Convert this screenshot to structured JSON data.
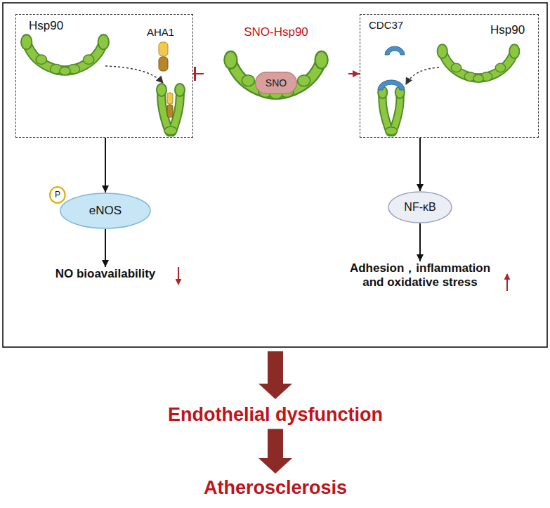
{
  "diagram": {
    "nodes": [
      {
        "text": [
          "Hsp90",
          "AHA1"
        ]
      },
      {
        "text": [
          "SNO-Hsp90"
        ]
      },
      {
        "text": [
          "SNO"
        ],
        "in": 1
      },
      {
        "text": [
          "CDC37",
          "Hsp90"
        ]
      },
      {
        "text": [
          "eNOS"
        ]
      },
      {
        "text": [
          "P"
        ]
      },
      {
        "text": [
          "NF-κB"
        ]
      },
      {
        "text": [
          "NO bioavailability"
        ]
      },
      {
        "text": [
          "Adhesion，inflammation and oxidative stress"
        ]
      },
      {
        "text": [
          "Endothelial dysfunction"
        ]
      },
      {
        "text": [
          "Atherosclerosis"
        ]
      }
    ],
    "edges": [
      {
        "from": 1,
        "to": 0,
        "arrow": "to"
      },
      {
        "from": 1,
        "to": 3,
        "arrow": "to"
      },
      {
        "from": 0,
        "to": 4,
        "arrow": "to"
      },
      {
        "from": 4,
        "to": 7,
        "arrow": "to"
      },
      {
        "from": 3,
        "to": 6,
        "arrow": "to"
      },
      {
        "from": 6,
        "to": 8,
        "arrow": "to"
      },
      {
        "from": 9,
        "to": 10,
        "arrow": "to"
      }
    ]
  }
}
